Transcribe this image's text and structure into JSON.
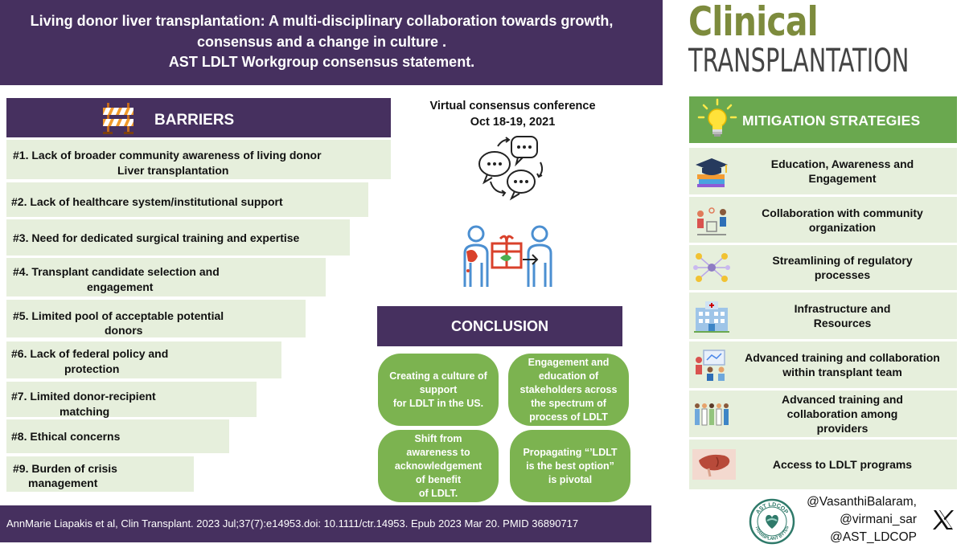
{
  "header": {
    "title_lines": [
      "Living donor liver transplantation: A multi-disciplinary collaboration towards growth,",
      "consensus and a change in culture .",
      "AST LDLT Workgroup consensus statement."
    ]
  },
  "journal": {
    "line1": "Clinical",
    "line2": "TRANSPLANTATION"
  },
  "barriers": {
    "title": "BARRIERS",
    "icon": "road-barrier-icon",
    "items": [
      {
        "lines": [
          "#1. Lack of broader community awareness of living donor",
          "Liver transplantation"
        ]
      },
      {
        "lines": [
          "#2. Lack of healthcare system/institutional support"
        ]
      },
      {
        "lines": [
          "#3. Need for dedicated surgical training and expertise"
        ]
      },
      {
        "lines": [
          "#4. Transplant candidate selection and",
          "engagement"
        ]
      },
      {
        "lines": [
          "#5. Limited pool of acceptable potential",
          "donors"
        ]
      },
      {
        "lines": [
          "#6. Lack of federal policy and",
          "protection"
        ]
      },
      {
        "lines": [
          "#7. Limited donor-recipient",
          "matching"
        ]
      },
      {
        "lines": [
          "#8. Ethical concerns"
        ]
      },
      {
        "lines": [
          "#9. Burden of crisis",
          "management"
        ]
      }
    ]
  },
  "conference": {
    "line1": "Virtual consensus conference",
    "line2": "Oct 18-19, 2021",
    "icons": [
      "chat-bubbles-icon",
      "organ-donation-icon"
    ]
  },
  "conclusion": {
    "title": "CONCLUSION",
    "items": [
      {
        "lines": [
          "Creating a culture of",
          "support",
          "for  LDLT in the US."
        ]
      },
      {
        "lines": [
          "Engagement and",
          "education of",
          "stakeholders across",
          "the spectrum of",
          "process of LDLT"
        ]
      },
      {
        "lines": [
          "Shift from",
          "awareness to",
          "acknowledgement",
          "of benefit",
          "of LDLT."
        ]
      },
      {
        "lines": [
          "Propagating “’LDLT",
          "is the best option”",
          "is pivotal"
        ]
      }
    ]
  },
  "mitigation": {
    "title": "MITIGATION STRATEGIES",
    "icon": "lightbulb-icon",
    "items": [
      {
        "lines": [
          "Education, Awareness and",
          "Engagement"
        ],
        "icon": "graduation-cap-icon"
      },
      {
        "lines": [
          "Collaboration with community",
          "organization"
        ],
        "icon": "community-people-icon"
      },
      {
        "lines": [
          "Streamlining of regulatory",
          "processes"
        ],
        "icon": "process-flow-icon"
      },
      {
        "lines": [
          "Infrastructure and",
          "Resources"
        ],
        "icon": "hospital-building-icon"
      },
      {
        "lines": [
          "Advanced training and collaboration",
          "within transplant team"
        ],
        "icon": "team-training-icon"
      },
      {
        "lines": [
          "Advanced training and",
          "collaboration among",
          "providers"
        ],
        "icon": "medical-staff-icon"
      },
      {
        "lines": [
          "Access to LDLT programs"
        ],
        "icon": "liver-icon"
      }
    ]
  },
  "footer": {
    "citation": "AnnMarie Liapakis et al, Clin Transplant. 2023 Jul;37(7):e14953.doi: 10.1111/ctr.14953. Epub 2023 Mar 20. PMID 36890717"
  },
  "social": {
    "badge_top": "AST LDCOP",
    "badge_bottom": "TRANSPLANT BYTES",
    "handles": [
      "@VasanthiBalaram,",
      "@virmani_sar",
      "@AST_LDCOP"
    ],
    "x_icon": "x-logo-icon"
  },
  "colors": {
    "purple": "#46305f",
    "green": "#6aa84f",
    "bubble_green": "#7cb350",
    "light_green": "#e6efdc"
  }
}
